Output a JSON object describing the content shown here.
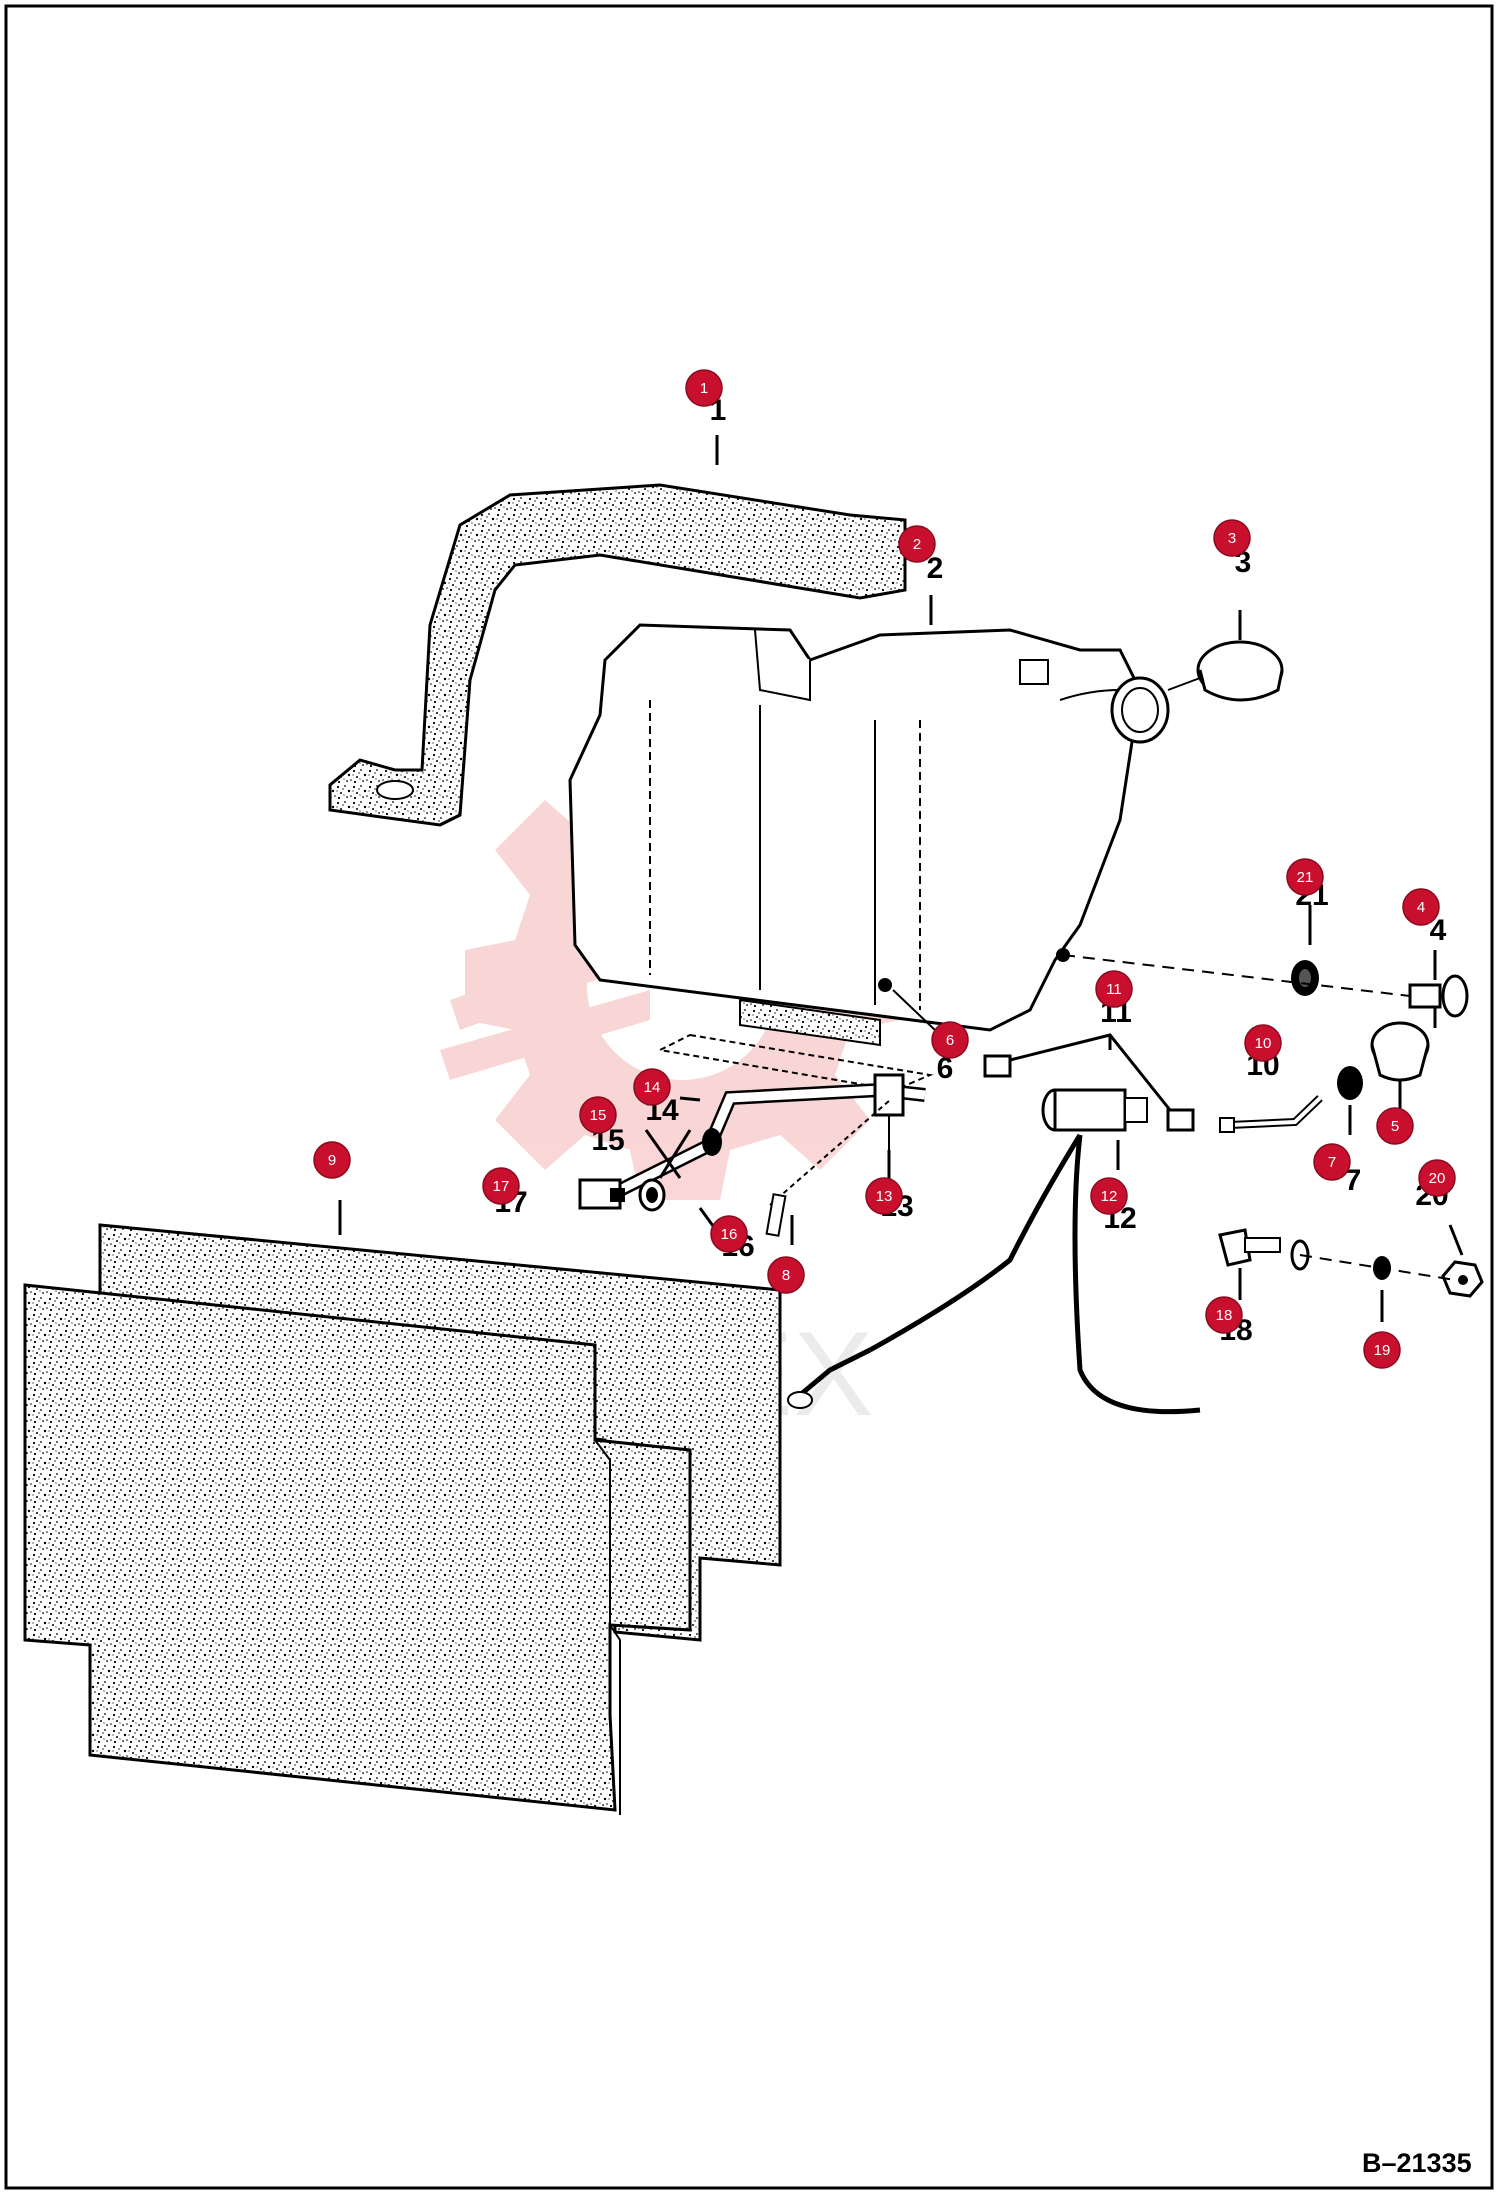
{
  "figure": {
    "id_label": "B–21335",
    "watermark_text": "TEX",
    "colors": {
      "border": "#000000",
      "callout_fill": "#c8102e",
      "callout_text": "#ffffff",
      "watermark_red": "#f5b5b5",
      "watermark_gray": "#dcdcdc"
    }
  },
  "callouts": [
    {
      "label": "1"
    },
    {
      "label": "2"
    },
    {
      "label": "3"
    },
    {
      "label": "4"
    },
    {
      "label": "5"
    },
    {
      "label": "6"
    },
    {
      "label": "7"
    },
    {
      "label": "8"
    },
    {
      "label": "9"
    },
    {
      "label": "10"
    },
    {
      "label": "11"
    },
    {
      "label": "12"
    },
    {
      "label": "13"
    },
    {
      "label": "14"
    },
    {
      "label": "15"
    },
    {
      "label": "16"
    },
    {
      "label": "17"
    },
    {
      "label": "18"
    },
    {
      "label": "19"
    },
    {
      "label": "20"
    },
    {
      "label": "21"
    }
  ],
  "under_numbers": [
    {
      "label": "1"
    },
    {
      "label": "2"
    },
    {
      "label": "3"
    },
    {
      "label": "4"
    },
    {
      "label": "6"
    },
    {
      "label": "7"
    },
    {
      "label": "10"
    },
    {
      "label": "11"
    },
    {
      "label": "12"
    },
    {
      "label": "13"
    },
    {
      "label": "14"
    },
    {
      "label": "15"
    },
    {
      "label": "16"
    },
    {
      "label": "17"
    },
    {
      "label": "18"
    },
    {
      "label": "20"
    },
    {
      "label": "21"
    }
  ]
}
